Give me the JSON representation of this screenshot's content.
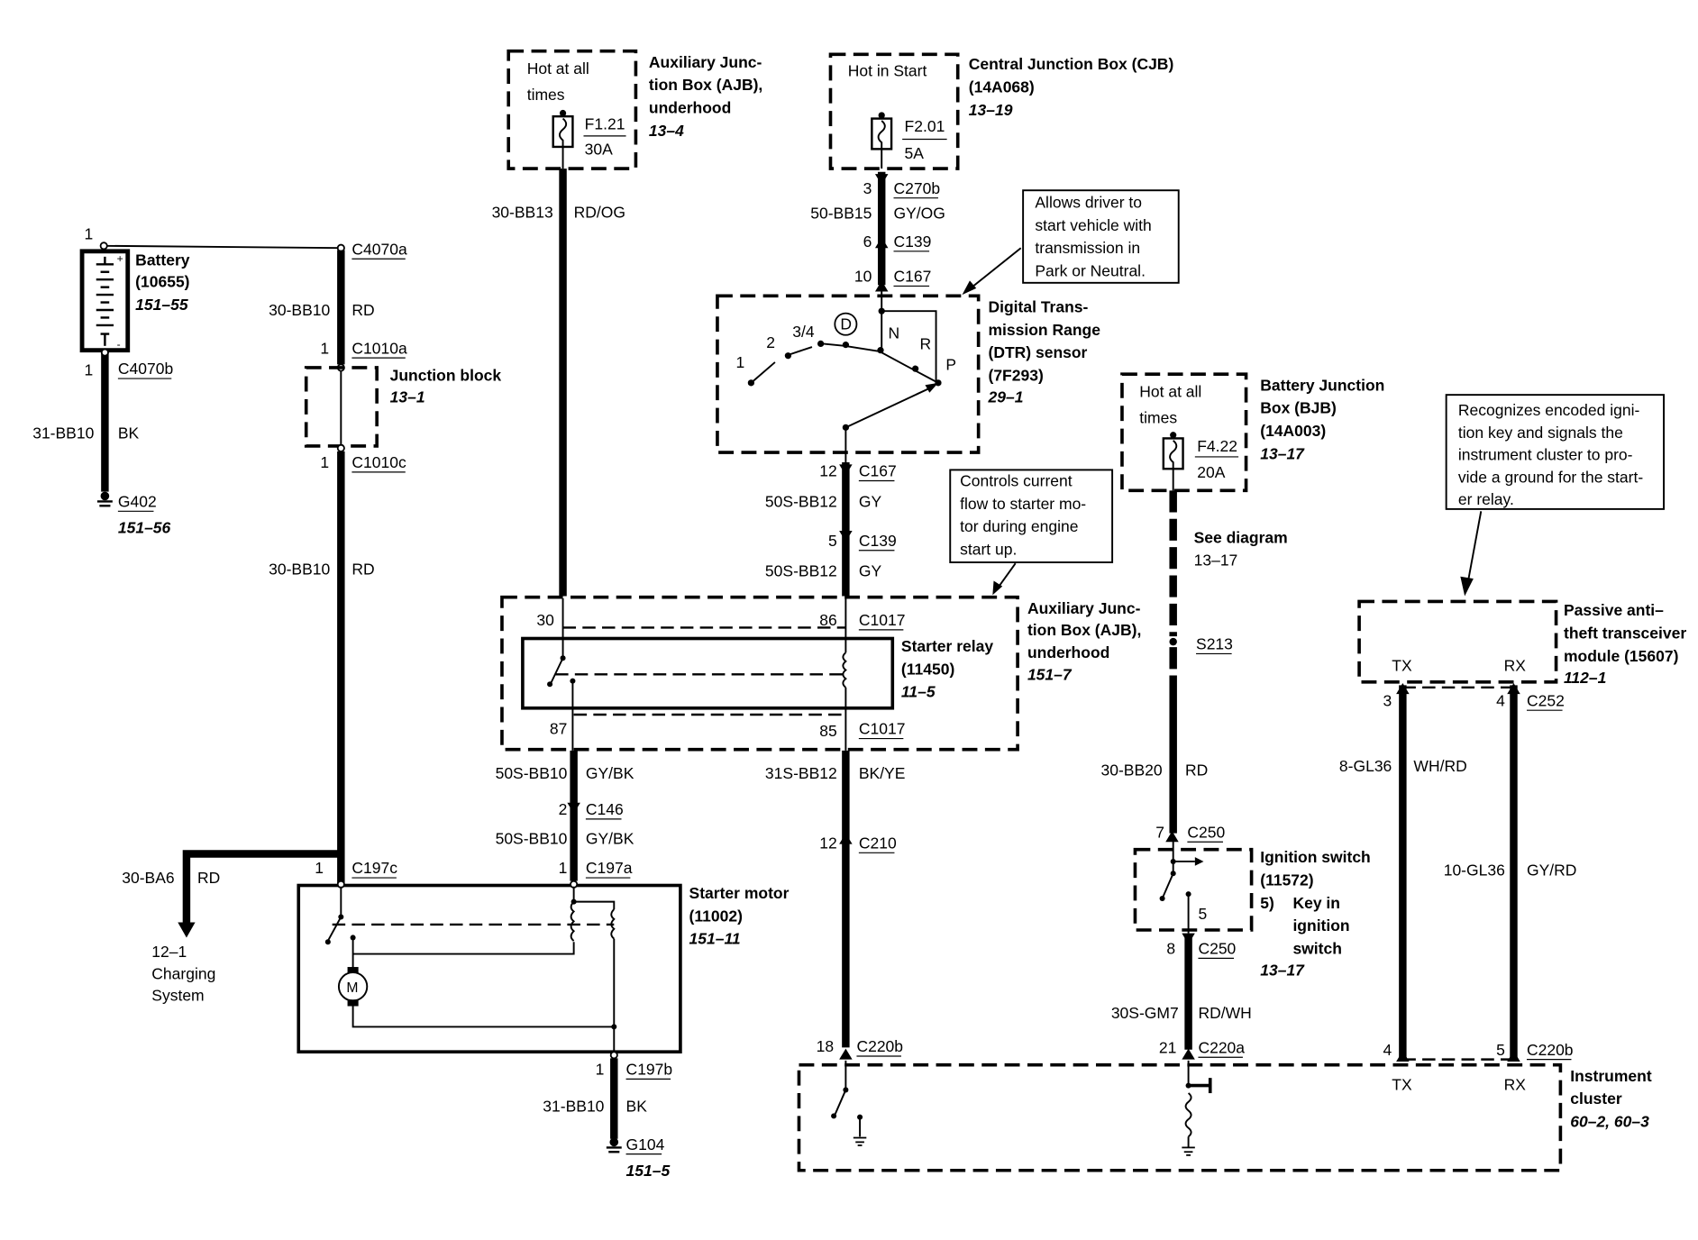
{
  "diagram": {
    "title": "Starting System Wiring Diagram",
    "components": {
      "battery": {
        "name": "Battery",
        "part": "(10655)",
        "ref": "151–55",
        "pin_top": "1",
        "pin_bottom": "1",
        "conn_top": "C4070a",
        "conn_bottom": "C4070b"
      },
      "junction_block": {
        "name": "Junction block",
        "ref": "13–1",
        "pin_top": "1",
        "pin_bottom": "1",
        "conn_top": "C1010a",
        "conn_bottom": "C1010c"
      },
      "ajb_fuse": {
        "label_line1": "Hot at all",
        "label_line2": "times",
        "fuse": "F1.21",
        "rating": "30A",
        "name_line1": "Auxiliary Junc-",
        "name_line2": "tion Box (AJB),",
        "name_line3": "underhood",
        "ref": "13–4"
      },
      "cjb_fuse": {
        "label": "Hot in Start",
        "fuse": "F2.01",
        "rating": "5A",
        "name_line1": "Central Junction Box (CJB)",
        "name_line2": "(14A068)",
        "ref": "13–19"
      },
      "dtr": {
        "name_line1": "Digital Trans-",
        "name_line2": "mission Range",
        "name_line3": "(DTR) sensor",
        "name_line4": "(7F293)",
        "ref": "29–1",
        "positions": [
          "1",
          "2",
          "3/4",
          "D",
          "N",
          "R",
          "P"
        ]
      },
      "bjb_fuse": {
        "label_line1": "Hot at all",
        "label_line2": "times",
        "fuse": "F4.22",
        "rating": "20A",
        "name_line1": "Battery Junction",
        "name_line2": "Box (BJB)",
        "name_line3": "(14A003)",
        "ref": "13–17"
      },
      "starter_relay": {
        "name_line1": "Starter relay",
        "name_line2": "(11450)",
        "ref": "11–5",
        "box_line1": "Auxiliary Junc-",
        "box_line2": "tion Box (AJB),",
        "box_line3": "underhood",
        "box_ref": "151–7",
        "pin30": "30",
        "pin86": "86",
        "pin87": "87",
        "pin85": "85",
        "conn_top": "C1017",
        "conn_bottom": "C1017"
      },
      "starter_motor": {
        "name_line1": "Starter motor",
        "name_line2": "(11002)",
        "ref": "151–11",
        "motor_glyph": "M"
      },
      "ignition_switch": {
        "name_line1": "Ignition switch",
        "name_line2": "(11572)",
        "note_num": "5)",
        "note_line1": "Key in",
        "note_line2": "ignition",
        "note_line3": "switch",
        "ref": "13–17",
        "pin_inner": "5"
      },
      "pats": {
        "name_line1": "Passive anti–",
        "name_line2": "theft transceiver",
        "name_line3": "module (15607)",
        "ref": "112–1",
        "tx": "TX",
        "rx": "RX"
      },
      "cluster": {
        "name_line1": "Instrument",
        "name_line2": "cluster",
        "ref": "60–2, 60–3",
        "tx": "TX",
        "rx": "RX"
      },
      "charging": {
        "ref": "12–1",
        "line1": "Charging",
        "line2": "System"
      }
    },
    "callouts": {
      "dtr_note": [
        "Allows driver to",
        "start vehicle with",
        "transmission in",
        "Park or Neutral."
      ],
      "relay_note": [
        "Controls current",
        "flow to starter mo-",
        "tor during engine",
        "start up."
      ],
      "pats_note": [
        "Recognizes encoded igni-",
        "tion key and signals the",
        "instrument cluster to pro-",
        "vide a ground for the start-",
        "er relay."
      ]
    },
    "wires": {
      "w_31bb10_bat": {
        "circuit": "31-BB10",
        "color": "BK"
      },
      "w_30bb10_a": {
        "circuit": "30-BB10",
        "color": "RD"
      },
      "w_30bb10_b": {
        "circuit": "30-BB10",
        "color": "RD"
      },
      "w_30bb13": {
        "circuit": "30-BB13",
        "color": "RD/OG"
      },
      "w_50bb15": {
        "circuit": "50-BB15",
        "color": "GY/OG"
      },
      "w_50sbb12_a": {
        "circuit": "50S-BB12",
        "color": "GY"
      },
      "w_50sbb12_b": {
        "circuit": "50S-BB12",
        "color": "GY"
      },
      "w_50sbb10_a": {
        "circuit": "50S-BB10",
        "color": "GY/BK"
      },
      "w_50sbb10_b": {
        "circuit": "50S-BB10",
        "color": "GY/BK"
      },
      "w_31sbb12": {
        "circuit": "31S-BB12",
        "color": "BK/YE"
      },
      "w_30ba6": {
        "circuit": "30-BA6",
        "color": "RD"
      },
      "w_31bb10_st": {
        "circuit": "31-BB10",
        "color": "BK"
      },
      "w_30bb20": {
        "circuit": "30-BB20",
        "color": "RD"
      },
      "w_30sgm7": {
        "circuit": "30S-GM7",
        "color": "RD/WH"
      },
      "w_8gl36": {
        "circuit": "8-GL36",
        "color": "WH/RD"
      },
      "w_10gl36": {
        "circuit": "10-GL36",
        "color": "GY/RD"
      }
    },
    "connectors": {
      "c270b": {
        "pin": "3",
        "name": "C270b"
      },
      "c139_top": {
        "pin": "6",
        "name": "C139"
      },
      "c167_top": {
        "pin": "10",
        "name": "C167"
      },
      "c167_bot": {
        "pin": "12",
        "name": "C167"
      },
      "c139_bot": {
        "pin": "5",
        "name": "C139"
      },
      "c146": {
        "pin": "2",
        "name": "C146"
      },
      "c197a": {
        "pin": "1",
        "name": "C197a"
      },
      "c197c": {
        "pin": "1",
        "name": "C197c"
      },
      "c197b": {
        "pin": "1",
        "name": "C197b"
      },
      "c210": {
        "pin": "12",
        "name": "C210"
      },
      "c220b_18": {
        "pin": "18",
        "name": "C220b"
      },
      "c220a": {
        "pin": "21",
        "name": "C220a"
      },
      "c220b_4": {
        "pin": "4",
        "name": ""
      },
      "c220b_5": {
        "pin": "5",
        "name": "C220b"
      },
      "c250_top": {
        "pin": "7",
        "name": "C250"
      },
      "c250_bot": {
        "pin": "8",
        "name": "C250"
      },
      "c252_3": {
        "pin": "3",
        "name": ""
      },
      "c252_4": {
        "pin": "4",
        "name": "C252"
      },
      "s213": {
        "name": "S213"
      }
    },
    "grounds": {
      "g402": {
        "name": "G402",
        "ref": "151–56"
      },
      "g104": {
        "name": "G104",
        "ref": "151–5"
      }
    },
    "see_diagram": {
      "label": "See diagram",
      "ref": "13–17"
    }
  }
}
